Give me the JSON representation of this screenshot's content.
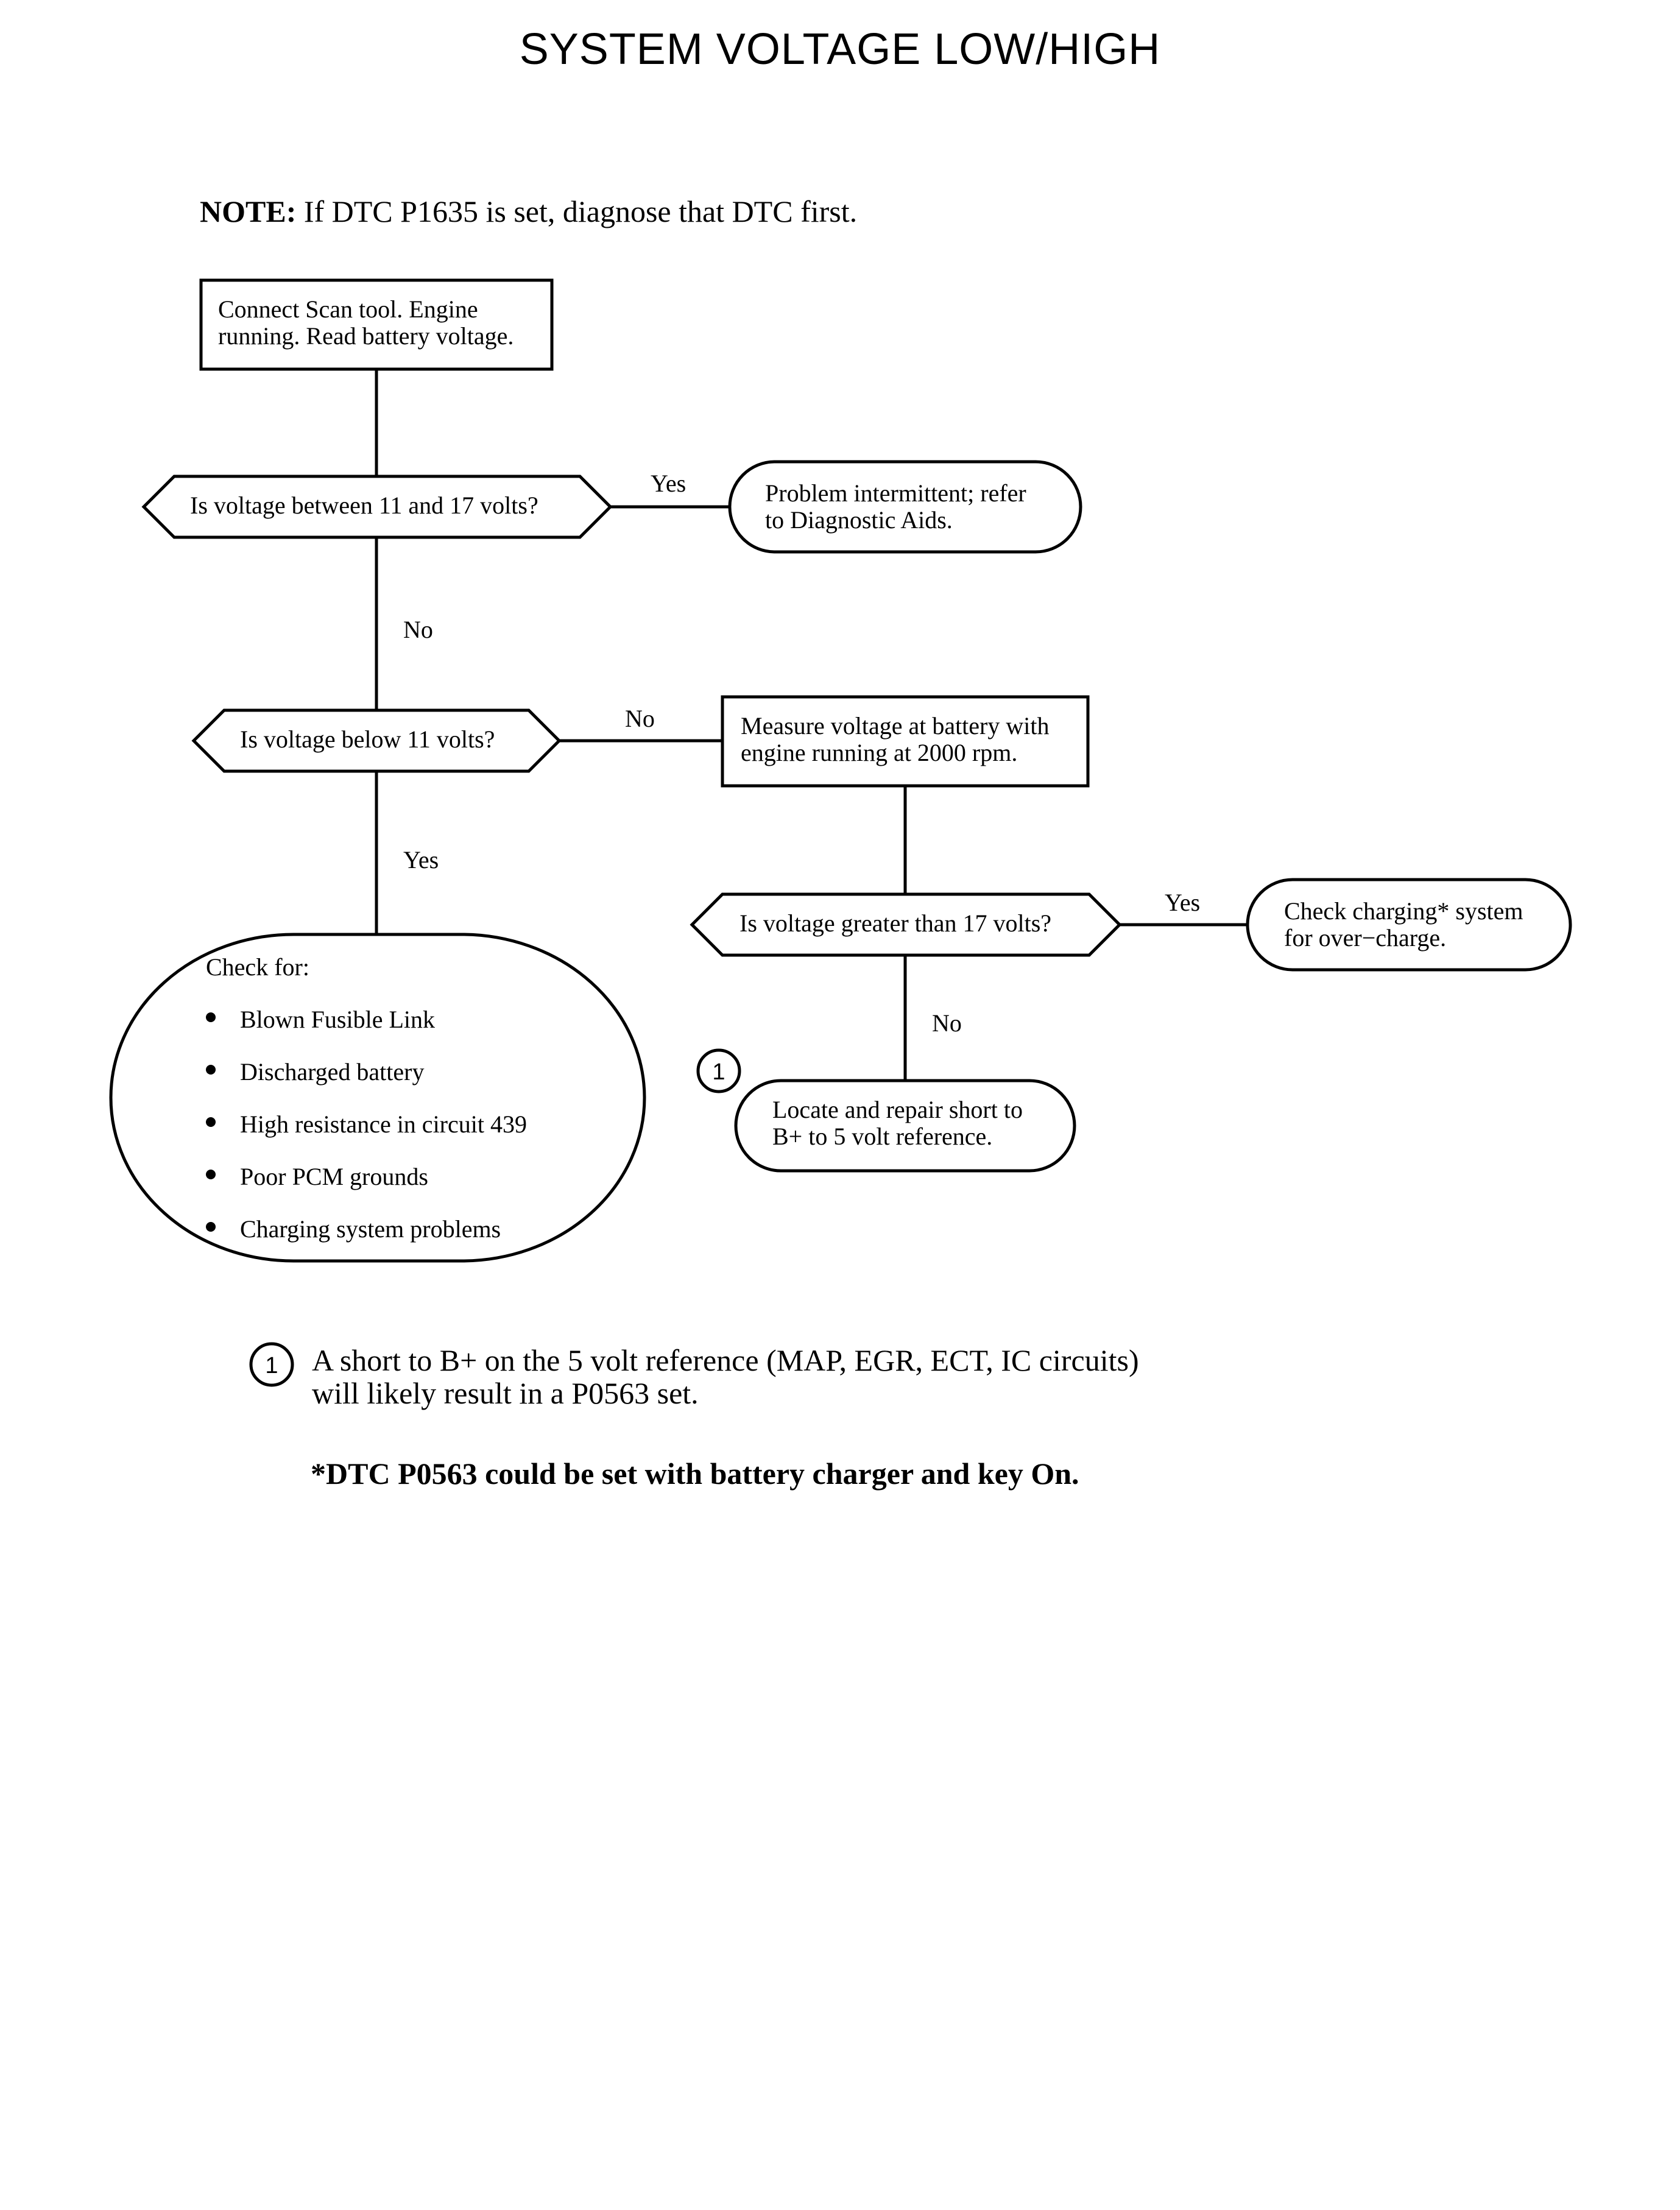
{
  "title": "SYSTEM VOLTAGE LOW/HIGH",
  "note": {
    "label": "NOTE:",
    "text": "If DTC P1635 is set, diagnose that DTC first."
  },
  "nodes": {
    "start": {
      "line1": "Connect Scan tool. Engine",
      "line2": "running. Read battery voltage."
    },
    "q1": "Is voltage between 11 and 17 volts?",
    "r1": {
      "line1": "Problem intermittent; refer",
      "line2": "to Diagnostic Aids."
    },
    "q2": "Is voltage below 11 volts?",
    "measure": {
      "line1": "Measure voltage at battery with",
      "line2": "engine running at 2000 rpm."
    },
    "q3": "Is voltage greater than 17 volts?",
    "r3": {
      "line1": "Check charging*  system",
      "line2": "for over−charge."
    },
    "r4": {
      "line1": "Locate and repair short to",
      "line2": "B+ to 5 volt reference."
    },
    "check": {
      "heading": "Check for:",
      "items": [
        "Blown Fusible Link",
        "Discharged battery",
        "High resistance in circuit 439",
        "Poor PCM grounds",
        "Charging system problems"
      ]
    }
  },
  "edges": {
    "q1_yes": "Yes",
    "q1_no": "No",
    "q2_no": "No",
    "q2_yes": "Yes",
    "q3_yes": "Yes",
    "q3_no": "No"
  },
  "marker": "1",
  "footnote": {
    "marker": "1",
    "line1": "A short to B+ on the 5 volt reference (MAP, EGR, ECT, IC circuits)",
    "line2": "will likely result in a P0563 set."
  },
  "final_note": "*DTC P0563 could be set with battery charger and key On."
}
